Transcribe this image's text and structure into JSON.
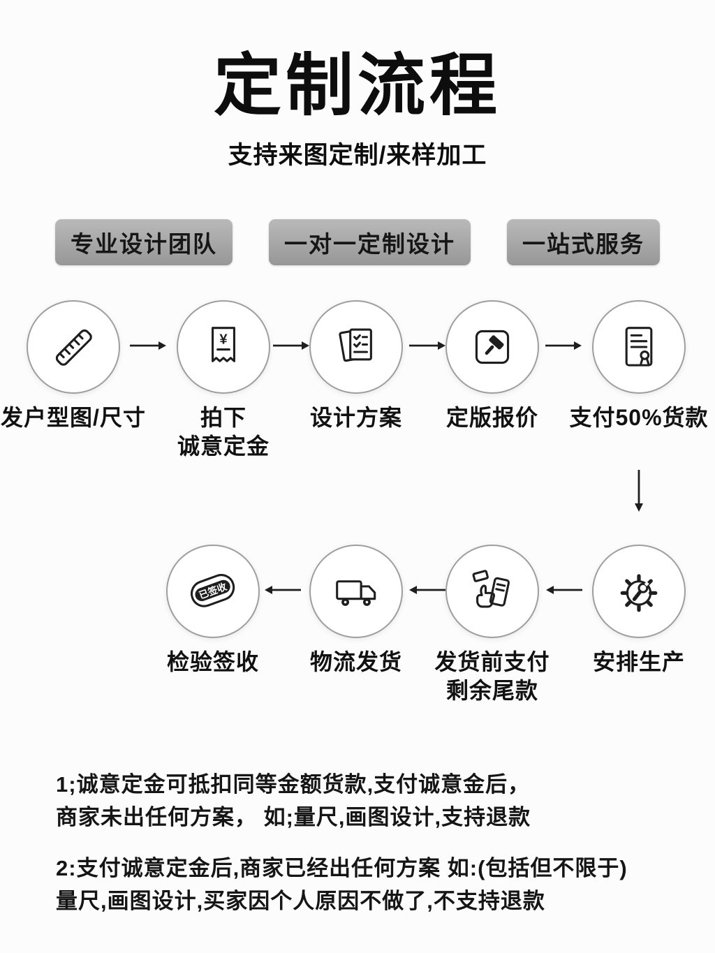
{
  "page": {
    "title": "定制流程",
    "subtitle": "支持来图定制/来样加工"
  },
  "badges": [
    {
      "label": "专业设计团队"
    },
    {
      "label": "一对一定制设计"
    },
    {
      "label": "一站式服务"
    }
  ],
  "flow_row1": [
    {
      "label": "发户型图/尺寸",
      "icon": "ruler-icon"
    },
    {
      "label": "拍下\n诚意定金",
      "icon": "deposit-receipt-icon",
      "currency": "¥"
    },
    {
      "label": "设计方案",
      "icon": "design-plan-icon"
    },
    {
      "label": "定版报价",
      "icon": "quote-gavel-icon"
    },
    {
      "label": "支付50%货款",
      "icon": "contract-seal-icon"
    }
  ],
  "flow_row2": [
    {
      "label": "检验签收",
      "icon": "inspection-stamp-icon",
      "stamp_text": "已签收"
    },
    {
      "label": "物流发货",
      "icon": "delivery-truck-icon"
    },
    {
      "label": "发货前支付\n剩余尾款",
      "icon": "payment-hand-icon"
    },
    {
      "label": "安排生产",
      "icon": "production-gear-icon"
    }
  ],
  "notes": [
    {
      "text": "1;诚意定金可抵扣同等金额货款,支付诚意金后，\n商家未出任何方案， 如;量尺,画图设计,支持退款"
    },
    {
      "text": "2:支付诚意定金后,商家已经出任何方案 如:(包括但不限于)\n量尺,画图设计,买家因个人原因不做了,不支持退款"
    }
  ],
  "colors": {
    "ink": "#1e1e1e",
    "badge_bg": "#a8a8a8",
    "background": "#fcfcfc",
    "circle_border": "#9e9e9e"
  }
}
